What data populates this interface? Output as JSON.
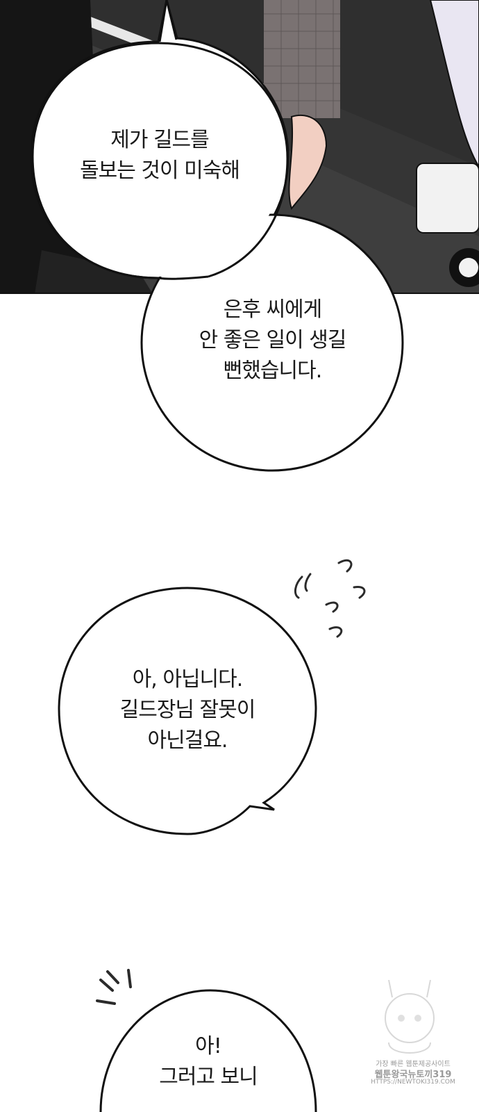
{
  "bubbles": {
    "b1": [
      "제가 길드를",
      "돌보는 것이 미숙해"
    ],
    "b2": [
      "은후 씨에게",
      "안 좋은 일이 생길",
      "뻔했습니다."
    ],
    "b3": [
      "아, 아닙니다.",
      "길드장님 잘못이",
      "아닌걸요."
    ],
    "b4": [
      "아!",
      "그러고 보니"
    ]
  },
  "watermark": {
    "line1": "가장 빠른 웹툰제공사이트",
    "line2": "웹툰왕국뉴토끼319",
    "line3": "HTTPS://NEWTOKI319.COM"
  },
  "colors": {
    "background": "#ffffff",
    "outline": "#111111",
    "scene_dark": "#3e3e3e",
    "sfx": "#2b2b2b"
  }
}
